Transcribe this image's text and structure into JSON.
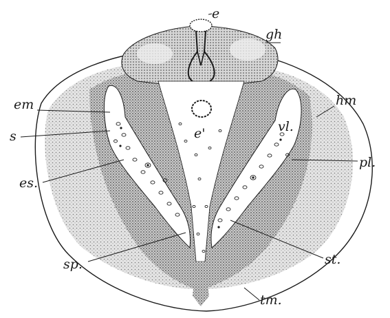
{
  "figure": {
    "labels": {
      "e": "e",
      "gh": "gh",
      "em": "em",
      "hm": "hm",
      "s": "s",
      "vl": "vl.",
      "e_prime": "e'",
      "pl": "pl.",
      "es": "es.",
      "sp": "sp.",
      "st": "st.",
      "tm": "tm."
    },
    "colors": {
      "ink": "#1a1a1a",
      "stipple_dark": "#5a5a5a",
      "stipple_light": "#9a9a9a",
      "cavity": "#ffffff"
    }
  }
}
